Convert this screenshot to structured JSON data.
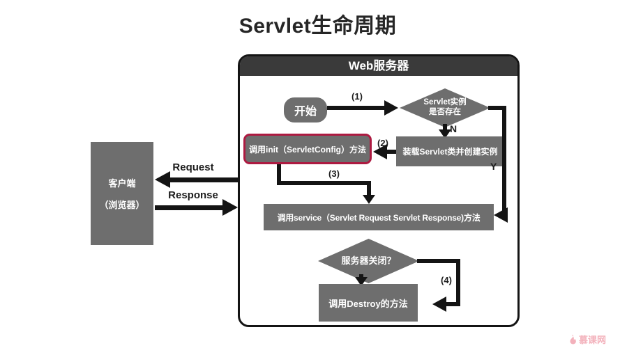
{
  "title": "Servlet生命周期",
  "server": {
    "header": "Web服务器",
    "start_label": "开始",
    "decision_instance": {
      "line1": "Servlet实例",
      "line2": "是否存在"
    },
    "load_box": "装载Servlet类并创建实例",
    "init_box": "调用init（ServletConfig）方法",
    "service_box": "调用service（Servlet Request Servlet Response)方法",
    "decision_shutdown": "服务器关闭？",
    "destroy_box": "调用Destroy的方法",
    "branch_labels": {
      "n": "N",
      "y": "Y"
    },
    "step_labels": {
      "s1": "(1)",
      "s2": "(2)",
      "s3": "(3)",
      "s4": "(4)"
    }
  },
  "client": {
    "line1": "客户端",
    "line2": "（浏览器）"
  },
  "flow": {
    "request": "Request",
    "response": "Response"
  },
  "watermark": {
    "brand": "慕课网"
  },
  "colors": {
    "node_fill": "#6e6e6e",
    "header_fill": "#3a3a3a",
    "line": "#141414",
    "highlight_border": "#ad1a41",
    "watermark_pink": "#f3b1bb"
  }
}
